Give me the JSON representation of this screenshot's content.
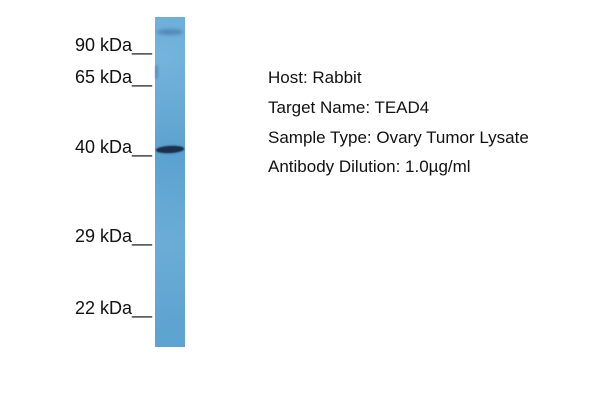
{
  "blot": {
    "markers": [
      {
        "label": "90 kDa__"
      },
      {
        "label": "65 kDa__"
      },
      {
        "label": "40 kDa__"
      },
      {
        "label": "29 kDa__"
      },
      {
        "label": "22 kDa__"
      }
    ],
    "lane": {
      "bands": [
        {
          "name": "faint upper band",
          "intensity": "faint",
          "color": "rgba(35,80,125,0.40)"
        },
        {
          "name": "strong band aligned with 40 kDa marker",
          "intensity": "strong",
          "color": "#1c2f4d"
        }
      ],
      "artifact_color": "rgba(30,65,100,0.28)"
    },
    "annotations": [
      {
        "text": "Host: Rabbit"
      },
      {
        "text": "Target Name: TEAD4"
      },
      {
        "text": "Sample Type: Ovary Tumor Lysate"
      },
      {
        "text": "Antibody Dilution: 1.0µg/ml"
      }
    ],
    "colors": {
      "background": "#ffffff",
      "lane": "#61a9d7",
      "band": "#1c2f4d",
      "text": "#111111"
    }
  }
}
